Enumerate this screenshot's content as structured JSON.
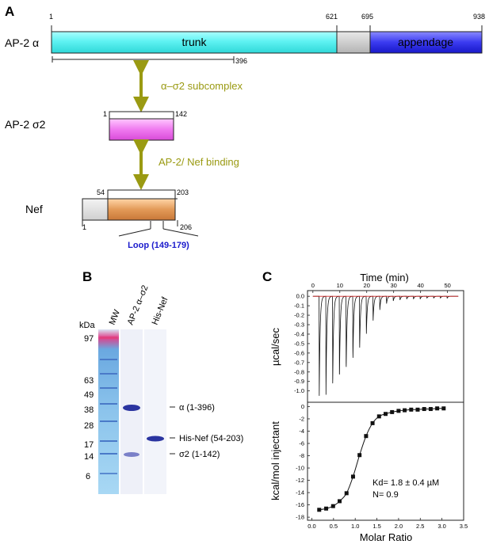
{
  "panels": {
    "a": "A",
    "b": "B",
    "c": "C"
  },
  "panel_a": {
    "ap2a": {
      "name": "AP-2 α",
      "start": "1",
      "b1": "621",
      "b2": "695",
      "end": "938",
      "trunk_label": "trunk",
      "appendage_label": "appendage",
      "fragment_end": "396",
      "colors": {
        "trunk": "#5ff2f2",
        "linker": "#c8c8c8",
        "appendage": "#2424e6"
      }
    },
    "sub1_label": "α–σ2 subcomplex",
    "ap2s2": {
      "name": "AP-2 σ2",
      "start": "1",
      "end": "142",
      "color": "#f07af0"
    },
    "sub2_label": "AP-2/ Nef binding",
    "nef": {
      "name": "Nef",
      "core_start": "54",
      "core_end": "203",
      "start": "1",
      "end": "206",
      "loop_label": "Loop (149-179)",
      "core_color": "#e39a58",
      "loop_color": "#1a1acc"
    },
    "arrow_color": "#9a9a12"
  },
  "panel_b": {
    "lanes": [
      "MW",
      "AP-2 α–σ2",
      "His-Nef"
    ],
    "kda_label": "kDa",
    "markers": [
      "97",
      "63",
      "49",
      "38",
      "28",
      "17",
      "14",
      "6"
    ],
    "band_labels": [
      "α (1-396)",
      "His-Nef (54-203)",
      "σ2 (1-142)"
    ]
  },
  "panel_c": {
    "top": {
      "xlabel": "Time (min)",
      "ylabel": "µcal/sec",
      "xticks": [
        "0",
        "10",
        "20",
        "30",
        "40",
        "50"
      ],
      "yticks": [
        "0.0",
        "-0.1",
        "-0.2",
        "-0.3",
        "-0.4",
        "-0.5",
        "-0.6",
        "-0.7",
        "-0.8",
        "-0.9",
        "-1.0"
      ]
    },
    "bottom": {
      "xlabel": "Molar Ratio",
      "ylabel": "kcal/mol injectant",
      "xticks": [
        "0.0",
        "0.5",
        "1.0",
        "1.5",
        "2.0",
        "2.5",
        "3.0",
        "3.5"
      ],
      "yticks": [
        "0",
        "-2",
        "-4",
        "-6",
        "-8",
        "-10",
        "-12",
        "-14",
        "-16",
        "-18"
      ],
      "annot1": "Kd= 1.8 ± 0.4 µM",
      "annot2": "N= 0.9"
    }
  },
  "chart_data": [
    {
      "type": "line",
      "subtype": "thermogram",
      "xlabel": "Time (min)",
      "ylabel": "µcal/sec",
      "xlim": [
        -2,
        56
      ],
      "ylim": [
        -1.12,
        0.06
      ],
      "injection_times": [
        2.3,
        4.8,
        7.3,
        9.8,
        12.3,
        14.8,
        17.3,
        19.8,
        22.3,
        24.8,
        27.3,
        29.8,
        32.3,
        34.8,
        37.3,
        39.8,
        42.3,
        44.8,
        47.3,
        49.8
      ],
      "peak_values": [
        -1.06,
        -1.04,
        -0.96,
        -0.9,
        -0.81,
        -0.7,
        -0.58,
        -0.42,
        -0.27,
        -0.15,
        -0.08,
        -0.05,
        -0.04,
        -0.03,
        -0.03,
        -0.03,
        -0.02,
        -0.02,
        -0.02,
        -0.02
      ],
      "baseline": 0.0,
      "baseline_color": "#cc2222"
    },
    {
      "type": "scatter",
      "fit": "sigmoidal binding curve",
      "xlabel": "Molar Ratio",
      "ylabel": "kcal/mol injectant",
      "xlim": [
        -0.1,
        3.5
      ],
      "ylim": [
        -18.5,
        0.7
      ],
      "x": [
        0.17,
        0.33,
        0.49,
        0.64,
        0.8,
        0.95,
        1.1,
        1.25,
        1.4,
        1.55,
        1.7,
        1.85,
        2.0,
        2.14,
        2.29,
        2.44,
        2.59,
        2.74,
        2.89,
        3.04
      ],
      "y": [
        -16.8,
        -16.6,
        -16.2,
        -15.4,
        -14.1,
        -11.4,
        -7.9,
        -4.8,
        -2.7,
        -1.6,
        -1.2,
        -0.9,
        -0.7,
        -0.6,
        -0.5,
        -0.5,
        -0.4,
        -0.4,
        -0.3,
        -0.3
      ]
    }
  ]
}
